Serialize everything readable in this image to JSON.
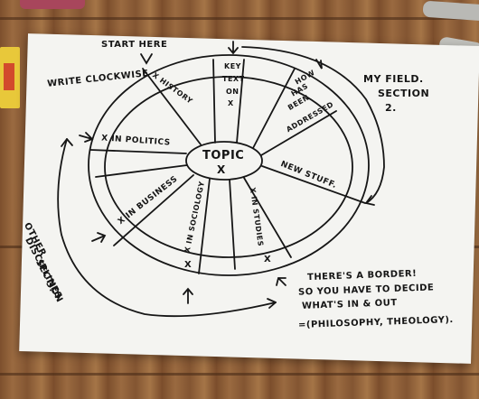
{
  "photo": {
    "start_here": "START HERE",
    "write_clockwise": "WRITE CLOCKWISE",
    "my_field": [
      "MY FIELD.",
      "SECTION",
      "2."
    ],
    "topic": "TOPIC",
    "topic_mark": "X",
    "other_disciplines": [
      "OTHER",
      "DISCIPLINES",
      "SECTION",
      "3."
    ],
    "border_note": [
      "THERE'S A BORDER!",
      "SO YOU HAVE TO DECIDE",
      "WHAT'S IN & OUT",
      "=(PHILOSOPHY, THEOLOGY)."
    ],
    "segments": {
      "history": "X HISTORY",
      "key_text": [
        "KEY",
        "TEXT",
        "ON",
        "X"
      ],
      "how_addressed": [
        "HOW",
        "HAS",
        "BEEN",
        "ADDRESSED"
      ],
      "new_stuff": "NEW STUFF.",
      "x_in_politics": "X IN POLITICS",
      "x_in_business": "X IN BUSINESS",
      "x_in_sociology": "X IN SOCIOLOGY",
      "x_in_studies": "X IN STUDIES",
      "x_in_studies_mark": "X",
      "x_in_sociology_mark": "X"
    }
  }
}
